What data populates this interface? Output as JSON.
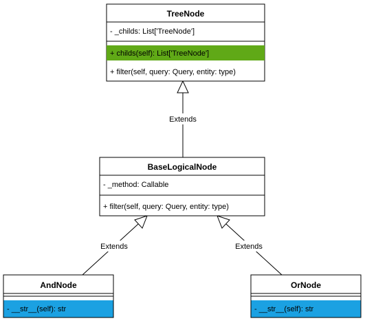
{
  "classes": {
    "tree_node": {
      "name": "TreeNode",
      "attributes": [
        "- _childs: List['TreeNode']"
      ],
      "methods": [
        "+ childs(self): List['TreeNode']",
        "+ filter(self, query: Query, entity: type)"
      ]
    },
    "base_logical_node": {
      "name": "BaseLogicalNode",
      "attributes": [
        "- _method: Callable"
      ],
      "methods": [
        "+ filter(self, query: Query, entity: type)"
      ]
    },
    "and_node": {
      "name": "AndNode",
      "attributes": [],
      "methods": [
        "- __str__(self): str"
      ]
    },
    "or_node": {
      "name": "OrNode",
      "attributes": [],
      "methods": [
        "- __str__(self): str"
      ]
    }
  },
  "relations": {
    "base_extends_tree": {
      "label": "Extends"
    },
    "and_extends_base": {
      "label": "Extends"
    },
    "or_extends_base": {
      "label": "Extends"
    }
  },
  "colors": {
    "highlight_green": "#60a917",
    "highlight_blue": "#1ba1e2",
    "line": "#000000",
    "box_fill": "#ffffff"
  }
}
